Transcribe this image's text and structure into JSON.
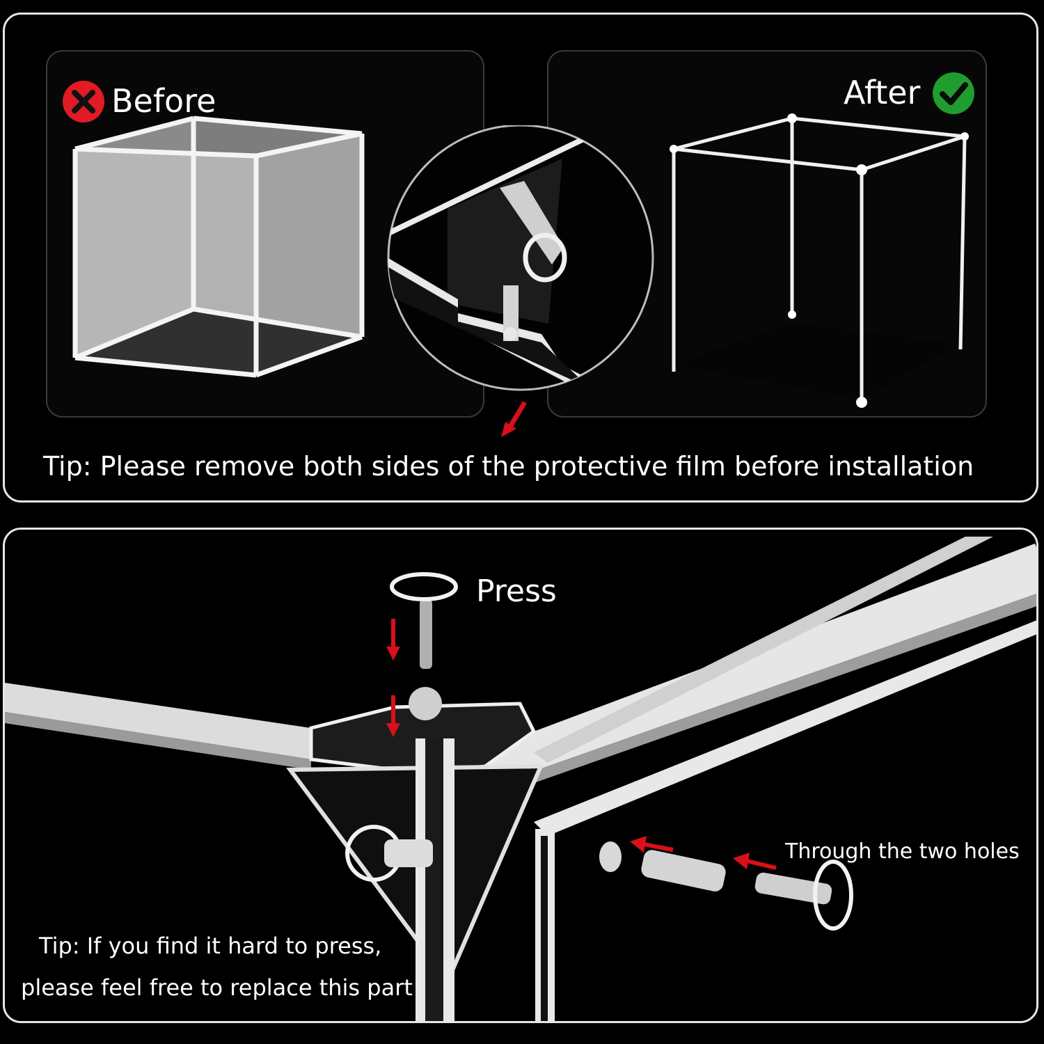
{
  "top": {
    "before_label": "Before",
    "after_label": "After",
    "tip": "Tip: Please remove both sides of the protective film before installation",
    "colors": {
      "error": "#e01b24",
      "success": "#1f9d2e",
      "arrow": "#d8101a"
    },
    "icons": {
      "before": "x-circle-icon",
      "after": "check-circle-icon"
    }
  },
  "bottom": {
    "press_label": "Press",
    "holes_label": "Through the two holes",
    "tip_line1": "Tip: If you find it hard to press,",
    "tip_line2": "please feel free to replace this part"
  }
}
